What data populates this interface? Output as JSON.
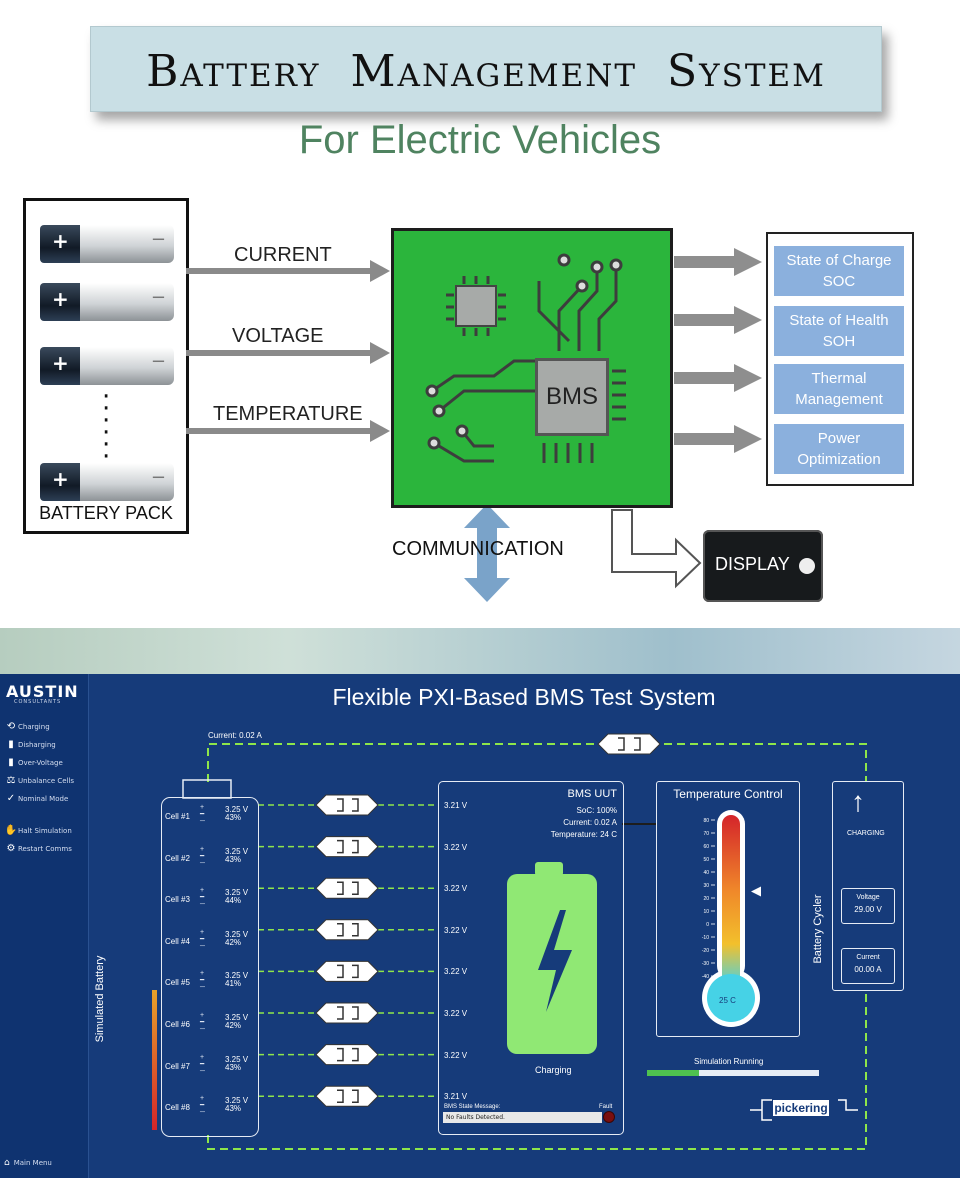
{
  "header": {
    "title": "Battery Management System",
    "subtitle": "For Electric Vehicles"
  },
  "battery_pack": {
    "label": "BATTERY PACK",
    "cells": [
      {
        "plus": "+",
        "minus": "−"
      },
      {
        "plus": "+",
        "minus": "−"
      },
      {
        "plus": "+",
        "minus": "−"
      },
      {
        "plus": "+",
        "minus": "−"
      }
    ]
  },
  "inputs": {
    "current": "CURRENT",
    "voltage": "VOLTAGE",
    "temperature": "TEMPERATURE"
  },
  "bms_chip": "BMS",
  "outputs": [
    "State of Charge SOC",
    "State of Health SOH",
    "Thermal Management",
    "Power Optimization"
  ],
  "communication": "COMMUNICATION",
  "display": "DISPLAY",
  "colors": {
    "board_green": "#2bb53c",
    "output_blue": "#8bb0dd",
    "subtitle_green": "#4f8360",
    "screen_blue": "#163b7a",
    "wire_green": "#8ee64a",
    "battery_green": "#90e874"
  },
  "app": {
    "logo": "AUSTIN",
    "logo_sub": "CONSULTANTS",
    "title": "Flexible PXI-Based BMS Test System",
    "sidebar": [
      {
        "label": "Charging",
        "icon": "charging-icon"
      },
      {
        "label": "Disharging",
        "icon": "discharging-icon"
      },
      {
        "label": "Over-Voltage",
        "icon": "over-voltage-icon"
      },
      {
        "label": "Unbalance Cells",
        "icon": "scale-icon"
      },
      {
        "label": "Nominal Mode",
        "icon": "check-icon"
      },
      {
        "label": "Halt Simulation",
        "icon": "hand-icon"
      },
      {
        "label": "Restart Comms",
        "icon": "gear-icon"
      }
    ],
    "main_menu": "Main Menu",
    "current_label": "Current: 0.02 A",
    "cells": [
      {
        "name": "Cell #1",
        "voltage": "3.25 V",
        "soc": "43%",
        "uut_voltage": "3.21 V"
      },
      {
        "name": "Cell #2",
        "voltage": "3.25 V",
        "soc": "43%",
        "uut_voltage": "3.22 V"
      },
      {
        "name": "Cell #3",
        "voltage": "3.25 V",
        "soc": "44%",
        "uut_voltage": "3.22 V"
      },
      {
        "name": "Cell #4",
        "voltage": "3.25 V",
        "soc": "42%",
        "uut_voltage": "3.22 V"
      },
      {
        "name": "Cell #5",
        "voltage": "3.25 V",
        "soc": "41%",
        "uut_voltage": "3.22 V"
      },
      {
        "name": "Cell #6",
        "voltage": "3.25 V",
        "soc": "42%",
        "uut_voltage": "3.22 V"
      },
      {
        "name": "Cell #7",
        "voltage": "3.25 V",
        "soc": "43%",
        "uut_voltage": "3.22 V"
      },
      {
        "name": "Cell #8",
        "voltage": "3.25 V",
        "soc": "43%",
        "uut_voltage": "3.21 V"
      }
    ],
    "simulated_battery": "Simulated Battery",
    "uut": {
      "title": "BMS UUT",
      "soc": "SoC: 100%",
      "current": "Current: 0.02 A",
      "temperature": "Temperature: 24 C",
      "state": "Charging",
      "msg_label": "BMS State Message:",
      "msg_value": "No Faults Detected.",
      "fault_label": "Fault"
    },
    "temperature_control": {
      "title": "Temperature Control",
      "reading": "25 C",
      "scale": [
        "80",
        "70",
        "60",
        "50",
        "40",
        "30",
        "20",
        "10",
        "0",
        "-10",
        "-20",
        "-30",
        "-40"
      ],
      "setpoint": 25
    },
    "sim_status": "Simulation Running",
    "sim_progress": 0.3,
    "cycler": {
      "title": "Battery Cycler",
      "mode": "CHARGING",
      "voltage_label": "Voltage",
      "voltage_value": "29.00 V",
      "current_label": "Current",
      "current_value": "00.00 A"
    },
    "brand": "pickering"
  }
}
